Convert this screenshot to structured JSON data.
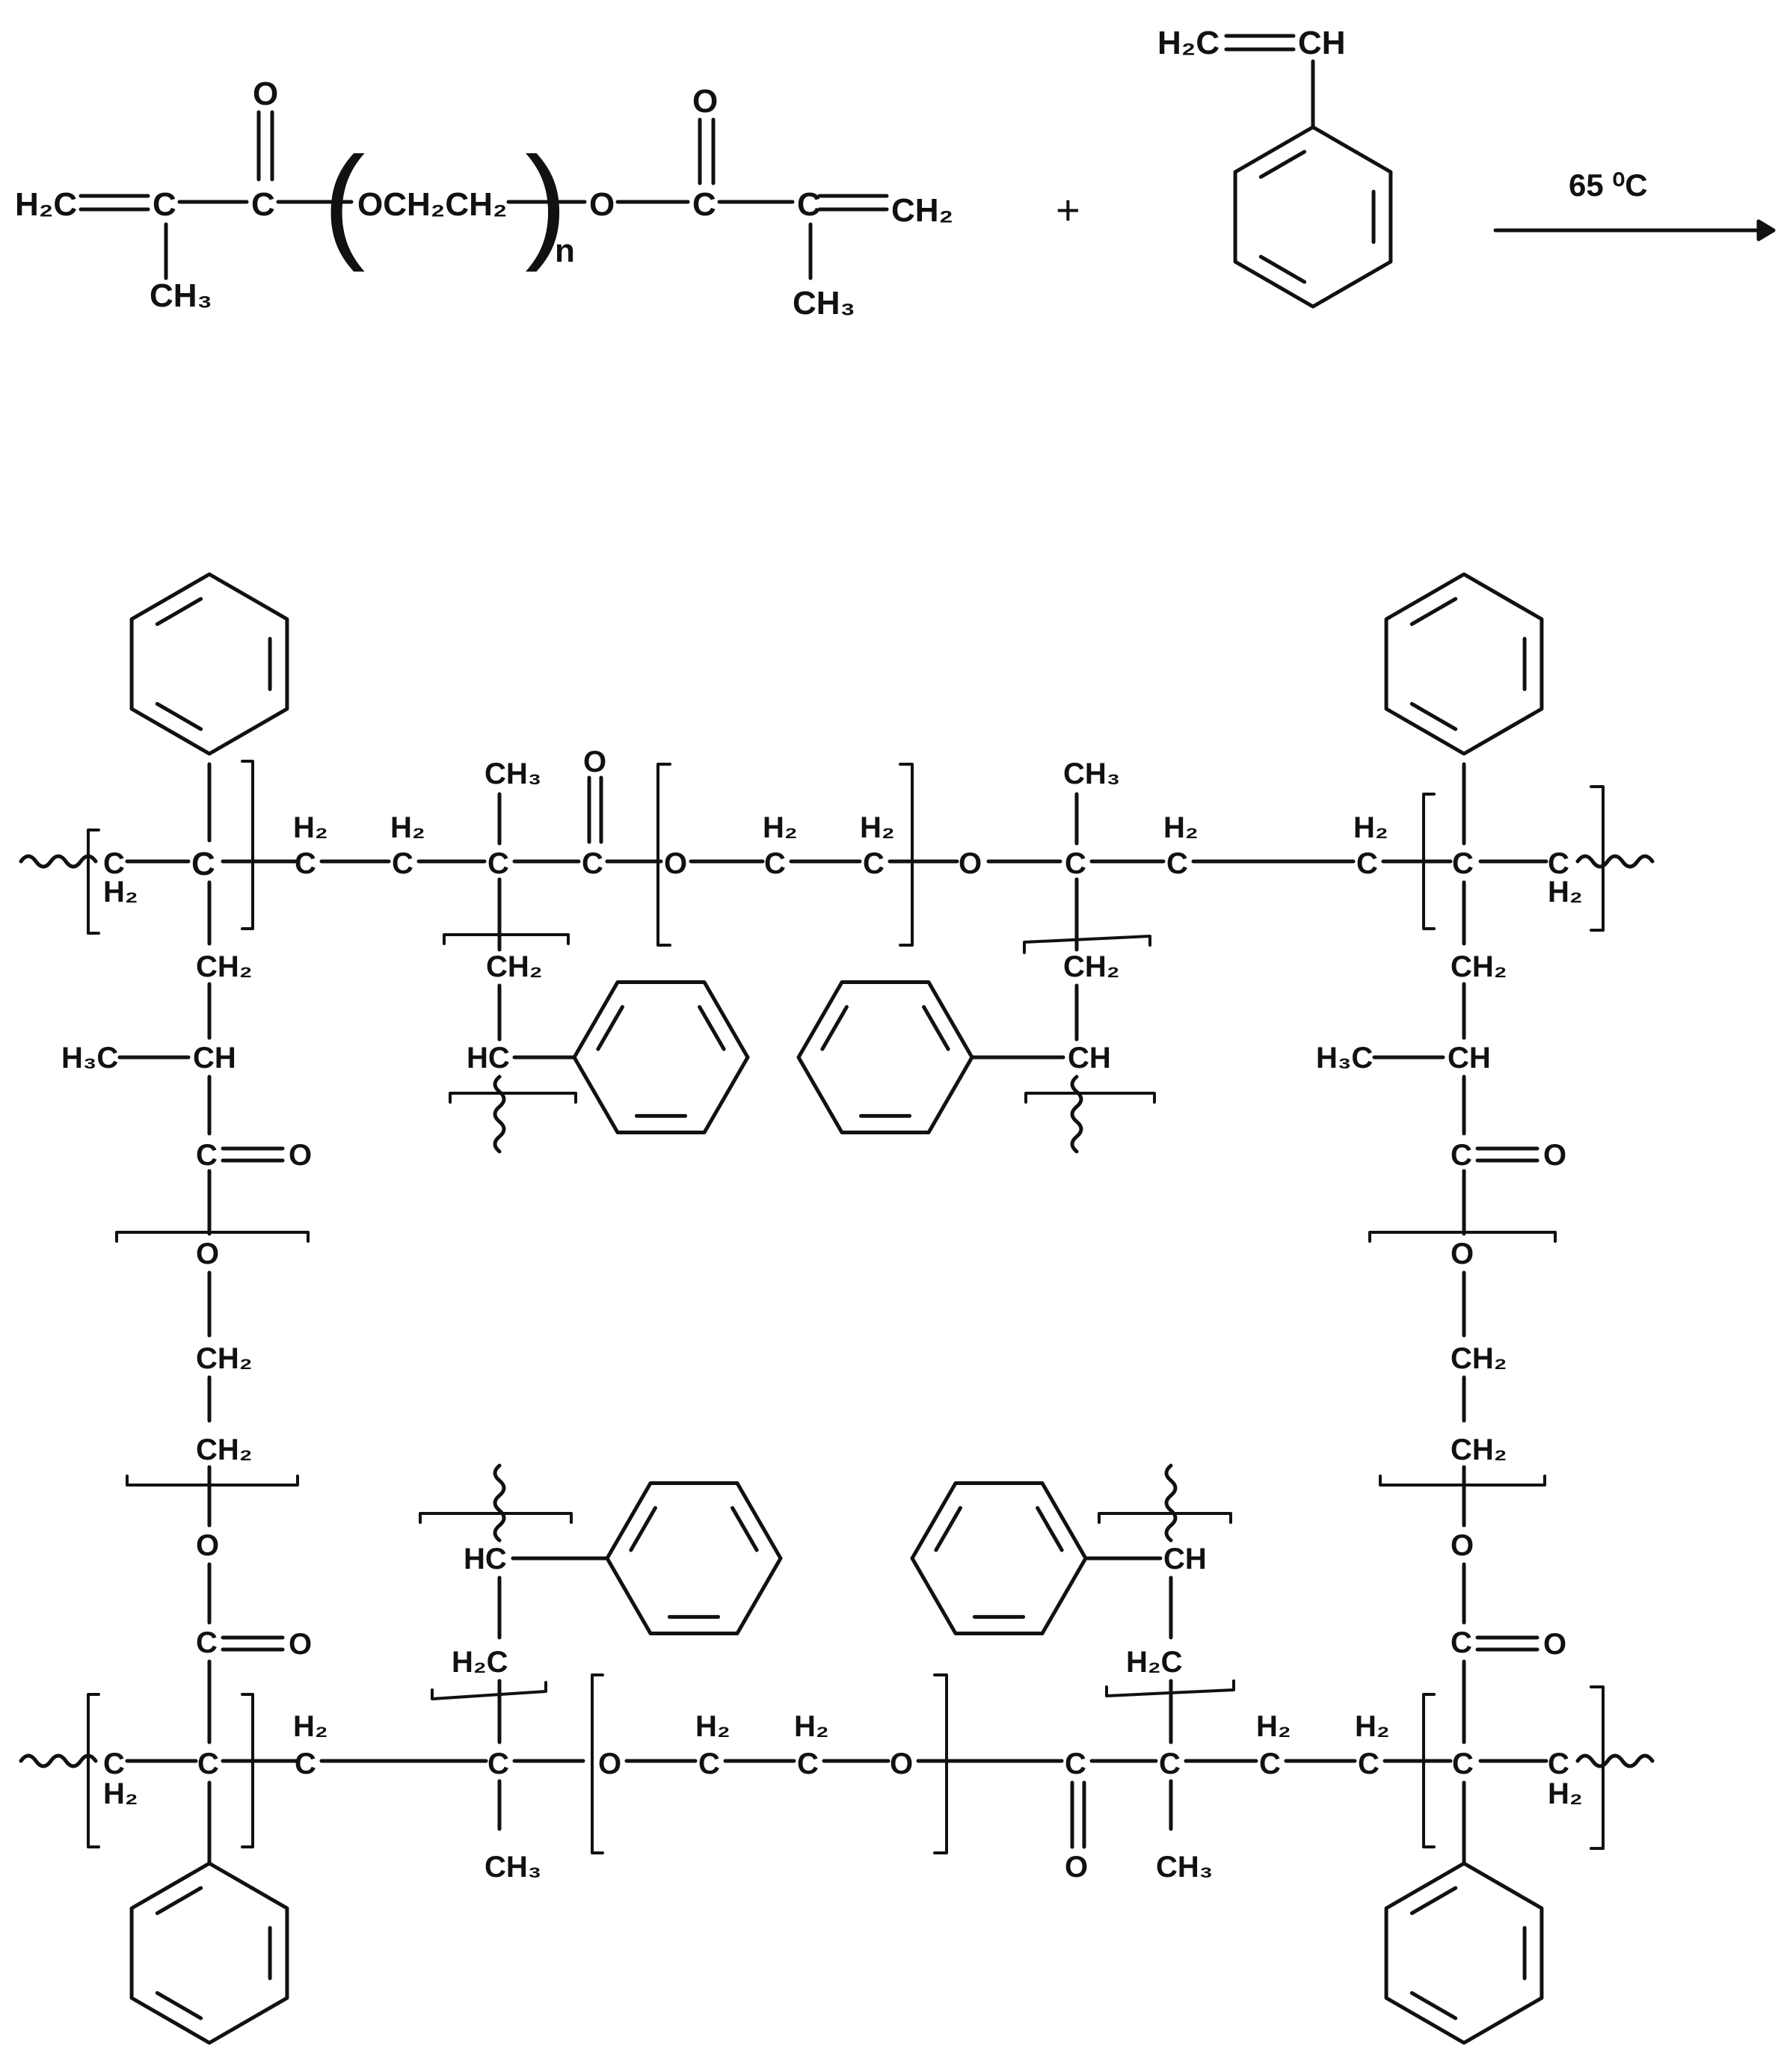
{
  "figure": {
    "background": "#ffffff",
    "ink": "#111111"
  },
  "reactants": {
    "monomer1": {
      "h2c": "H₂C",
      "c": "C",
      "o": "O",
      "ch3": "CH₃",
      "repeat": "OCH₂CH₂",
      "n": "n",
      "ch2": "CH₂"
    },
    "plus": "+",
    "styrene": {
      "h2c": "H₂C",
      "ch": "CH"
    }
  },
  "arrow": {
    "condition": "65 ⁰C"
  },
  "product": {
    "c": "C",
    "h2": "H₂",
    "o": "O",
    "ch2": "CH₂",
    "ch3": "CH₃",
    "h3c": "H₃C",
    "ch": "CH",
    "hc": "HC",
    "h2c": "H₂C"
  }
}
